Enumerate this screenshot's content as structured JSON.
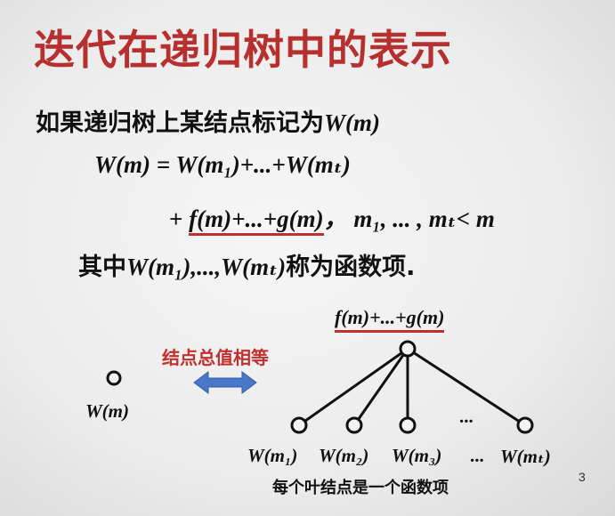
{
  "slide": {
    "title": "迭代在递归树中的表示",
    "line1": "如果递归树上某结点标记为",
    "line1_math": "W(m)",
    "eq1": "W(m) = W(m₁)+...+W(mₜ)",
    "eq2_prefix": "+ ",
    "eq2_underlined": "f(m)+...+g(m)",
    "eq2_suffix": "，  m₁, ... , mₜ< m",
    "line3_prefix": "其中",
    "line3_math": "W(m₁),...,W(mₜ)",
    "line3_suffix": "称为函数项.",
    "page_number": "3"
  },
  "diagram": {
    "root_label": "f(m)+...+g(m)",
    "equal_label": "结点总值相等",
    "left_node_label": "W(m)",
    "leaf_labels": [
      "W(m₁)",
      "W(m₂)",
      "W(m₃)",
      "...",
      "W(mₜ)"
    ],
    "ellipsis_between": "...",
    "caption": "每个叶结点是一个函数项",
    "colors": {
      "accent": "#c2302d",
      "arrow": "#4a78c8",
      "title": "#b5302e"
    }
  }
}
